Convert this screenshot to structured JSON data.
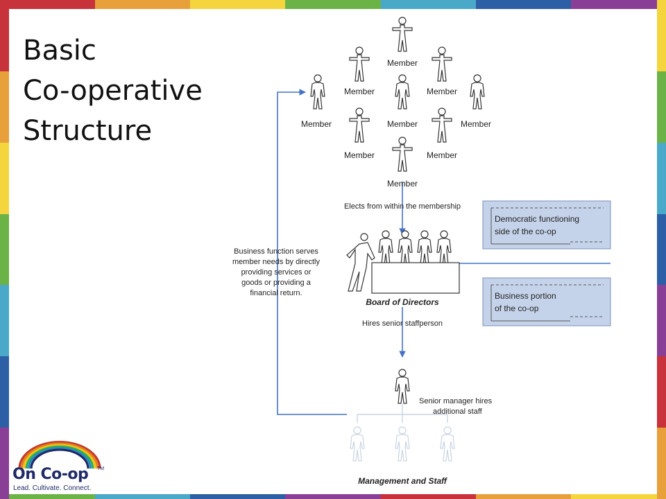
{
  "title": {
    "lines": [
      "Basic",
      "Co-operative",
      "Structure"
    ]
  },
  "diagram": {
    "member_label": "Member",
    "elects_label": "Elects from within the membership",
    "board_label": "Board of Directors",
    "hires_label": "Hires senior staffperson",
    "senior_manager_label": [
      "Senior manager hires",
      "additional staff"
    ],
    "staff_label": "Management and Staff",
    "business_function_label": [
      "Business function serves",
      "member needs by directly",
      "providing services or",
      "goods or providing a",
      "financial return."
    ],
    "legend": [
      {
        "lines": [
          "Democratic functioning",
          "side of the co-op"
        ]
      },
      {
        "lines": [
          "Business portion",
          "of the co-op"
        ]
      }
    ],
    "colors": {
      "connector": "#4472c4",
      "legend_fill": "#c5d3ea",
      "figure_stroke": "#333333",
      "staff_figure": "#c9d4e3"
    }
  },
  "logo": {
    "name": "On Co-op",
    "tm": "TM",
    "tagline": "Lead. Cultivate. Connect.",
    "rainbow": [
      "#c0392b",
      "#e67e22",
      "#f1c40f",
      "#27ae60",
      "#2e86c1",
      "#1f2a66"
    ]
  },
  "border_palette": [
    "#c8323a",
    "#e8a03a",
    "#f5d53d",
    "#6cb347",
    "#4aa8c8",
    "#2d5fa6",
    "#8a3f97"
  ]
}
